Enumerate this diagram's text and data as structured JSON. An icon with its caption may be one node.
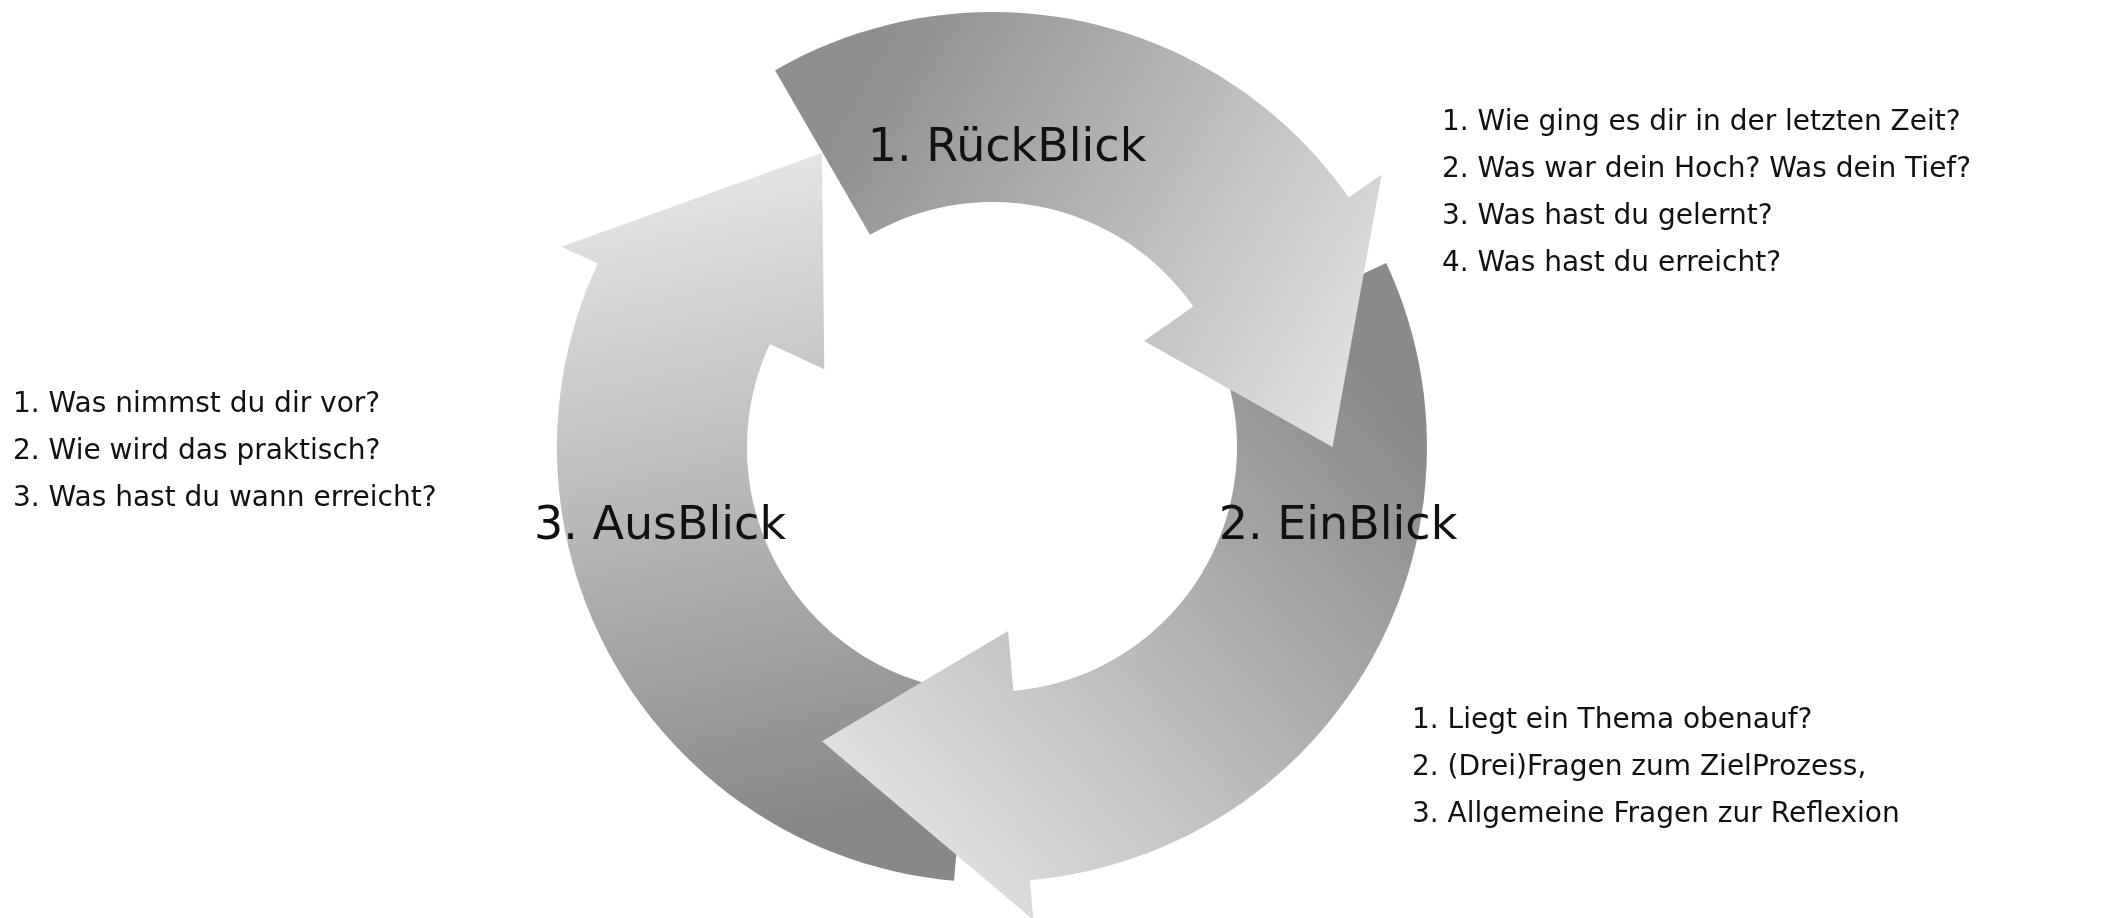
{
  "diagram": {
    "nodes": [
      {
        "text": [
          "1. RückBlick"
        ],
        "beside": [
          "1. Wie ging es dir in der letzten Zeit?",
          "2. Was war dein Hoch? Was dein Tief?",
          "3. Was hast du gelernt?",
          "4. Was hast du erreicht?"
        ]
      },
      {
        "text": [
          "2. EinBlick"
        ],
        "beside": [
          "1. Liegt ein Thema obenauf?",
          "2. (Drei)Fragen zum ZielProzess,",
          "3. Allgemeine Fragen zur Reflexion"
        ]
      },
      {
        "text": [
          "3. AusBlick"
        ],
        "beside": [
          "1. Was nimmst du dir vor?",
          "2. Wie wird das praktisch?",
          "3. Was hast du wann erreicht?"
        ]
      }
    ]
  }
}
